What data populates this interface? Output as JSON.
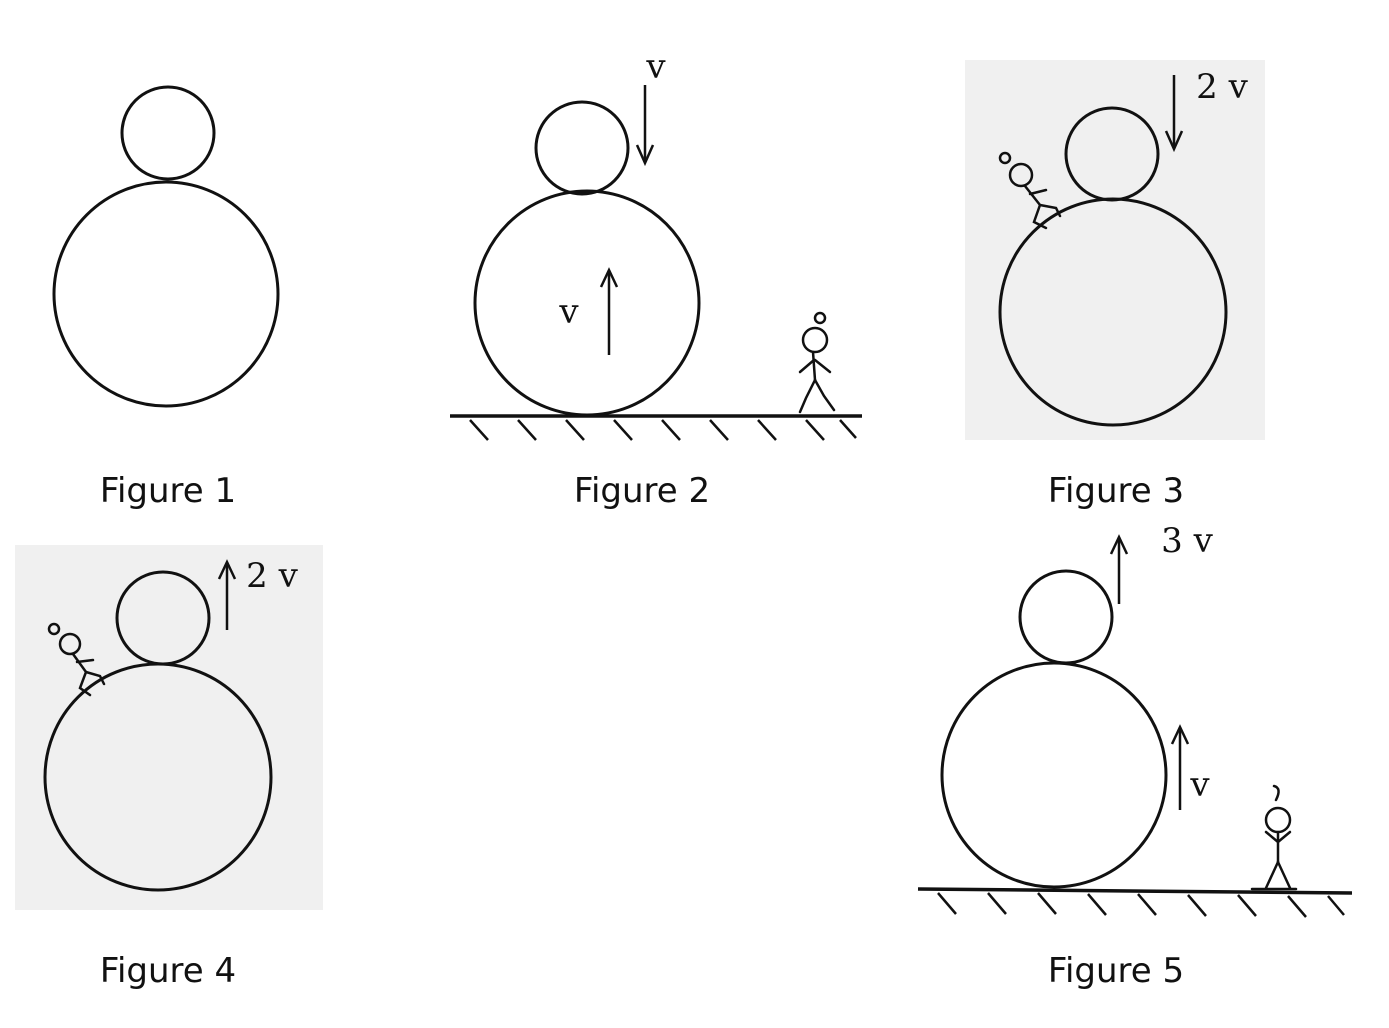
{
  "figures": [
    {
      "caption": "Figure 1"
    },
    {
      "caption": "Figure 2",
      "label_small": "v",
      "label_large": "v"
    },
    {
      "caption": "Figure 3",
      "label_small": "2 v"
    },
    {
      "caption": "Figure 4",
      "label_small": "2 v"
    },
    {
      "caption": "Figure 5",
      "label_small": "3 v",
      "label_large": "v"
    }
  ],
  "colors": {
    "ink": "#111111",
    "paper": "#ffffff",
    "shade": "#e9e9e9"
  }
}
